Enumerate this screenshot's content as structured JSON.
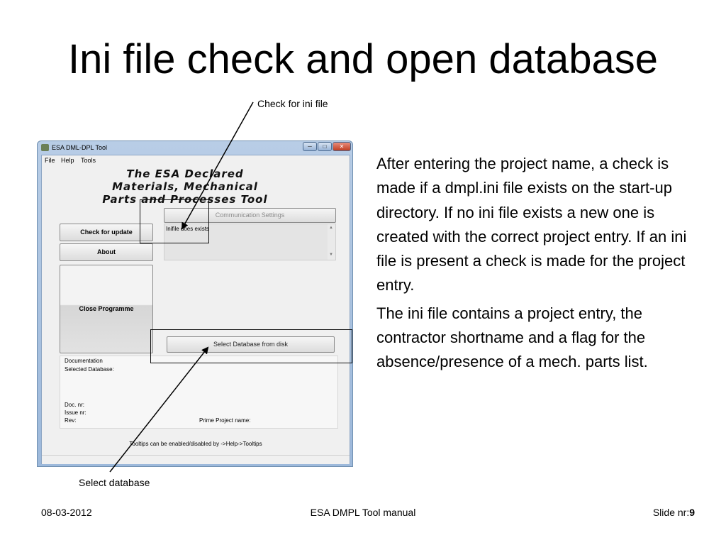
{
  "slide": {
    "title": "Ini file check and open database",
    "callout_top": "Check for ini file",
    "callout_bottom": "Select database",
    "paragraphs": [
      "After entering the project name, a check is made if a dmpl.ini file exists on the start-up directory. If no ini file exists a new one is created with the correct project entry. If an ini file is present a check is made for the project entry.",
      "The ini file contains a project entry, the contractor shortname and a flag for the absence/presence of a mech. parts list."
    ],
    "footer": {
      "date": "08-03-2012",
      "center": "ESA DMPL Tool manual",
      "slide_label": "Slide nr:",
      "slide_number": "9"
    }
  },
  "app": {
    "window_title": "ESA DML-DPL Tool",
    "icon": "app-icon",
    "window_buttons": {
      "min_icon": "minimize-icon",
      "max_icon": "maximize-icon",
      "close_icon": "close-icon"
    },
    "menu": [
      "File",
      "Help",
      "Tools"
    ],
    "banner": [
      "The ESA Declared",
      "Materials, Mechanical",
      "Parts and Processes Tool"
    ],
    "buttons": {
      "comm_settings": "Communication Settings",
      "check_update": "Check for update",
      "about": "About",
      "close_programme": "Close Programme",
      "select_db": "Select Database from disk"
    },
    "status_text": "Inifile does exists",
    "doc_panel": {
      "documentation": "Documentation",
      "selected_db": "Selected Database:",
      "doc_nr": "Doc. nr:",
      "issue_nr": "Issue nr:",
      "rev": "Rev:",
      "prime_project": "Prime Project name:"
    },
    "tooltips_note": "Tooltips can be enabled/disabled  by  ->Help->Tooltips"
  },
  "colors": {
    "window_frame": "#9db9db",
    "close_button": "#c03e22",
    "highlight": "#111111"
  }
}
